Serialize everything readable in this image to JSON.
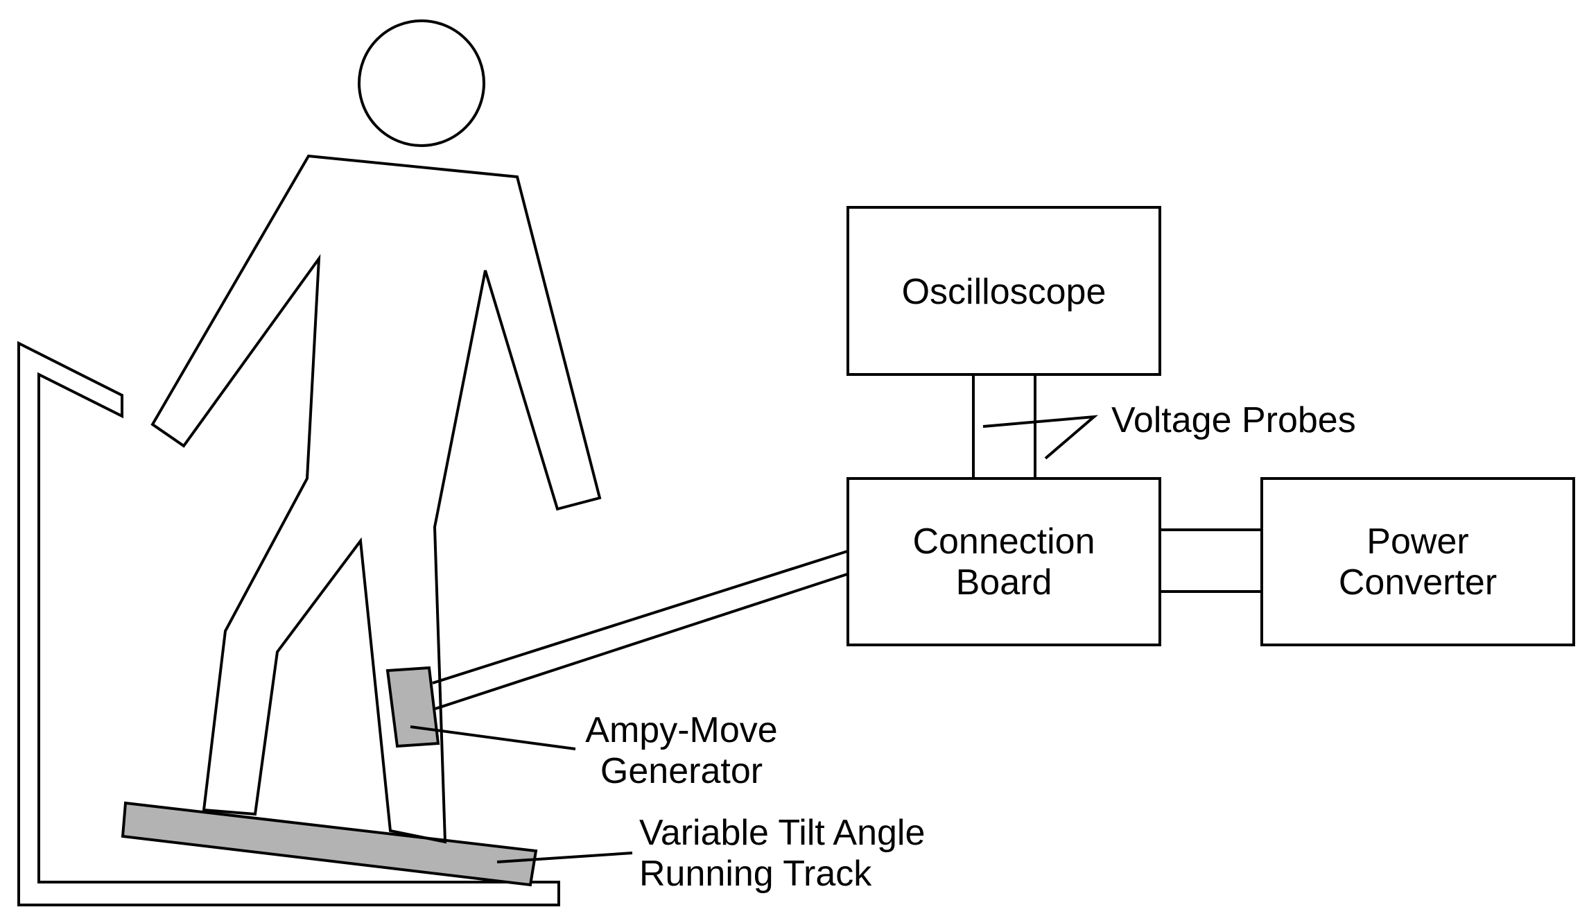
{
  "labels": {
    "oscilloscope": "Oscilloscope",
    "voltage_probes": "Voltage Probes",
    "connection_board_line1": "Connection",
    "connection_board_line2": "Board",
    "power_converter_line1": "Power",
    "power_converter_line2": "Converter",
    "generator_line1": "Ampy-Move",
    "generator_line2": "Generator",
    "track_line1": "Variable Tilt Angle",
    "track_line2": "Running Track"
  },
  "colors": {
    "stroke": "#000000",
    "fill_gray": "#b3b3b3",
    "background": "#ffffff"
  }
}
